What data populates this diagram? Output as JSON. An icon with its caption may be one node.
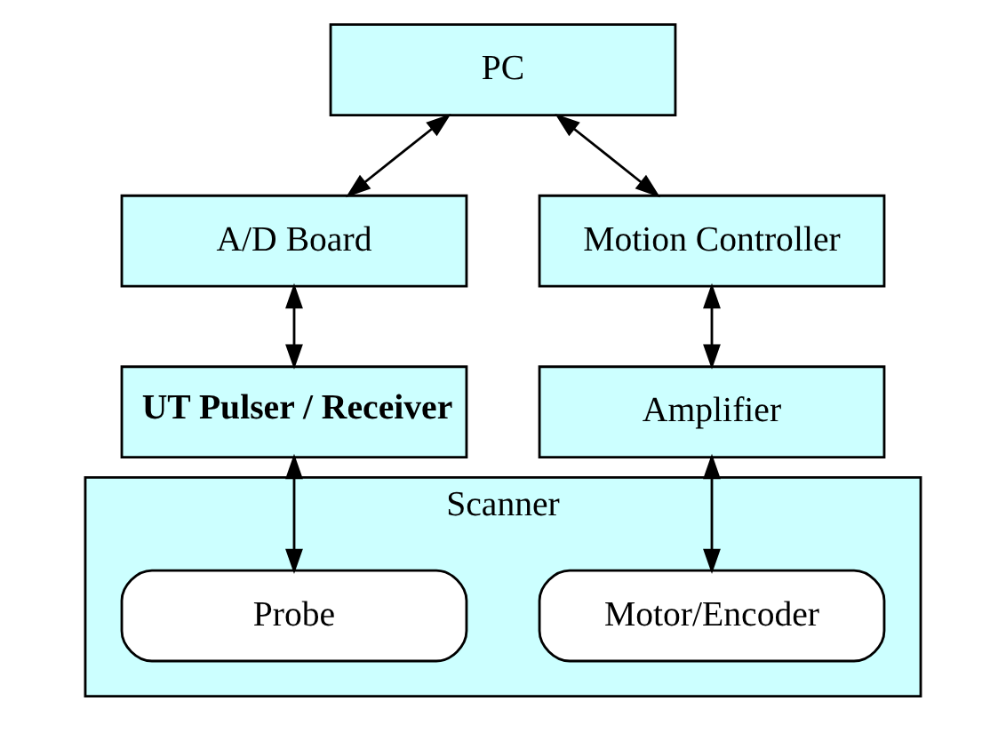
{
  "diagram": {
    "nodes": [
      {
        "text": [
          "PC"
        ]
      },
      {
        "text": [
          "A/D Board"
        ]
      },
      {
        "text": [
          "Motion Controller"
        ]
      },
      {
        "text": [
          "UT Pulser / Receiver"
        ]
      },
      {
        "text": [
          "Amplifier"
        ]
      },
      {
        "text": [
          "Scanner"
        ]
      },
      {
        "text": [
          "Probe"
        ],
        "in": 5
      },
      {
        "text": [
          "Motor/Encoder"
        ],
        "in": 5
      }
    ],
    "edges": [
      {
        "from": 0,
        "to": 1,
        "arrow": "both"
      },
      {
        "from": 0,
        "to": 2,
        "arrow": "both"
      },
      {
        "from": 1,
        "to": 3,
        "arrow": "both"
      },
      {
        "from": 2,
        "to": 4,
        "arrow": "both"
      },
      {
        "from": 3,
        "to": 6,
        "arrow": "both"
      },
      {
        "from": 4,
        "to": 7,
        "arrow": "both"
      }
    ]
  }
}
